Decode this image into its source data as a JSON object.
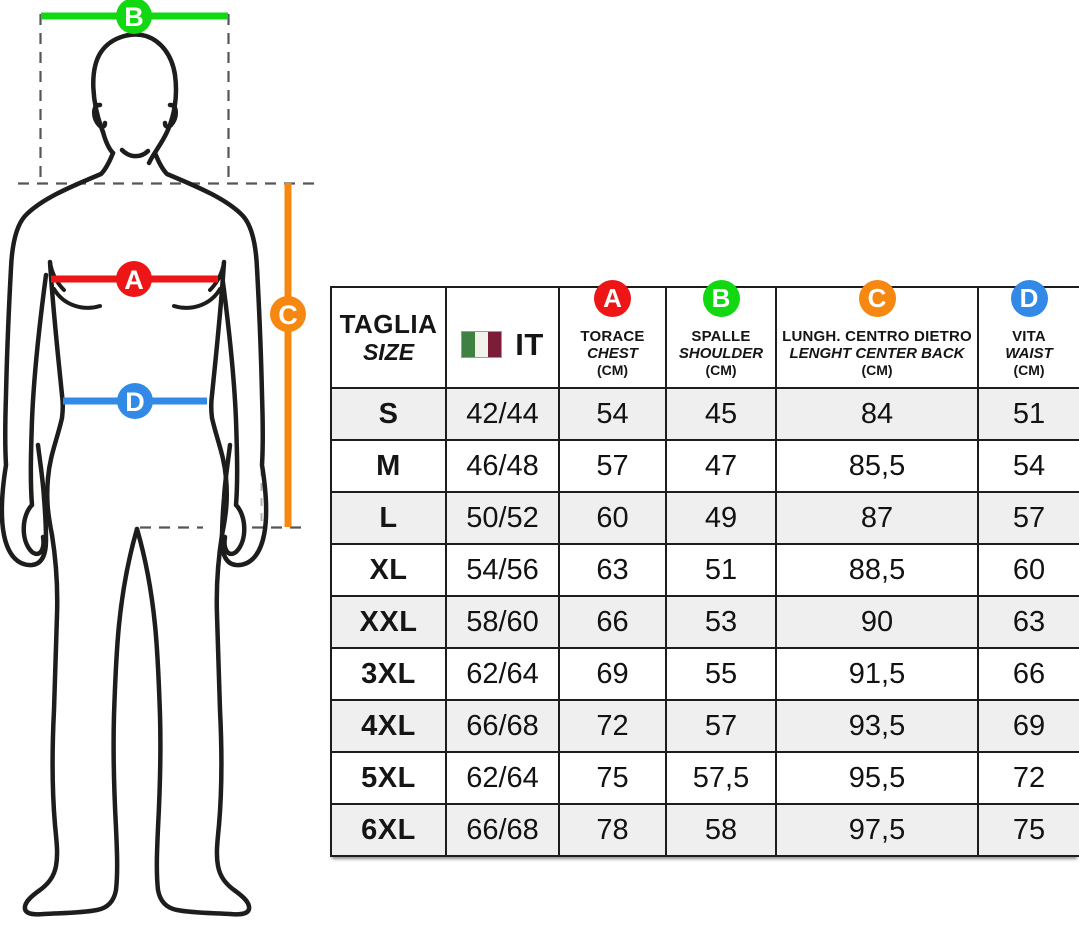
{
  "diagram": {
    "figure": "male-body-outline-front",
    "markers": {
      "A": {
        "letter": "A",
        "color": "#ed1515",
        "measure_line": "chest"
      },
      "B": {
        "letter": "B",
        "color": "#12d812",
        "measure_line": "shoulder-width"
      },
      "C": {
        "letter": "C",
        "color": "#f68711",
        "measure_line": "center-back-length"
      },
      "D": {
        "letter": "D",
        "color": "#338ae6",
        "measure_line": "waist"
      }
    }
  },
  "table": {
    "header": {
      "size_label_it": "TAGLIA",
      "size_label_en": "SIZE",
      "country_code": "IT",
      "flag_icon": "italy-flag-icon",
      "columns": [
        {
          "marker": "A",
          "color": "#ed1515",
          "label_it": "TORACE",
          "label_en": "CHEST",
          "unit": "(CM)"
        },
        {
          "marker": "B",
          "color": "#12d812",
          "label_it": "SPALLE",
          "label_en": "SHOULDER",
          "unit": "(CM)"
        },
        {
          "marker": "C",
          "color": "#f68711",
          "label_it": "LUNGH. CENTRO DIETRO",
          "label_en": "LENGHT CENTER BACK",
          "unit": "(CM)"
        },
        {
          "marker": "D",
          "color": "#338ae6",
          "label_it": "VITA",
          "label_en": "WAIST",
          "unit": "(CM)"
        }
      ]
    },
    "rows": [
      {
        "size": "S",
        "it": "42/44",
        "chest": "54",
        "shoulder": "45",
        "back": "84",
        "waist": "51"
      },
      {
        "size": "M",
        "it": "46/48",
        "chest": "57",
        "shoulder": "47",
        "back": "85,5",
        "waist": "54"
      },
      {
        "size": "L",
        "it": "50/52",
        "chest": "60",
        "shoulder": "49",
        "back": "87",
        "waist": "57"
      },
      {
        "size": "XL",
        "it": "54/56",
        "chest": "63",
        "shoulder": "51",
        "back": "88,5",
        "waist": "60"
      },
      {
        "size": "XXL",
        "it": "58/60",
        "chest": "66",
        "shoulder": "53",
        "back": "90",
        "waist": "63"
      },
      {
        "size": "3XL",
        "it": "62/64",
        "chest": "69",
        "shoulder": "55",
        "back": "91,5",
        "waist": "66"
      },
      {
        "size": "4XL",
        "it": "66/68",
        "chest": "72",
        "shoulder": "57",
        "back": "93,5",
        "waist": "69"
      },
      {
        "size": "5XL",
        "it": "62/64",
        "chest": "75",
        "shoulder": "57,5",
        "back": "95,5",
        "waist": "72"
      },
      {
        "size": "6XL",
        "it": "66/68",
        "chest": "78",
        "shoulder": "58",
        "back": "97,5",
        "waist": "75"
      }
    ]
  }
}
